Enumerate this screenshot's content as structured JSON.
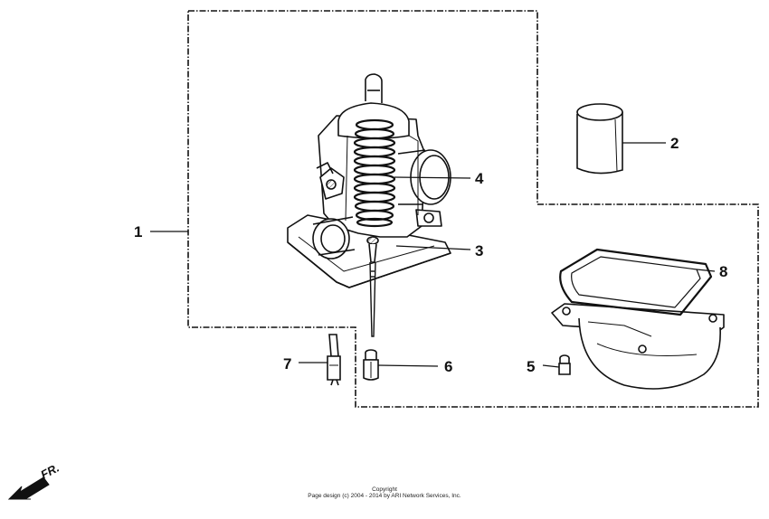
{
  "callouts": {
    "c1": "1",
    "c2": "2",
    "c3": "3",
    "c4": "4",
    "c5": "5",
    "c6": "6",
    "c7": "7",
    "c8": "8"
  },
  "direction": {
    "label": "FR.",
    "icon": "arrow-front-icon"
  },
  "footer": {
    "line1": "Copyright",
    "line2": "Page design (c) 2004 - 2014 by ARI Network Services, Inc."
  },
  "colors": {
    "ink": "#111111",
    "background": "#ffffff"
  }
}
